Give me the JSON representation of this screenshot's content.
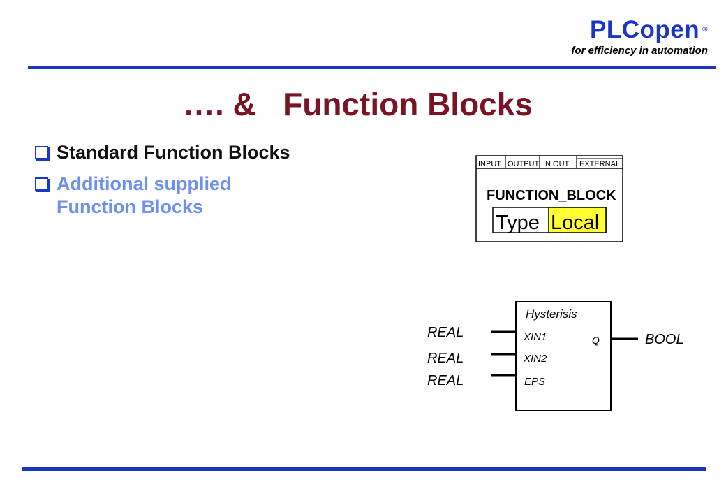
{
  "brand": {
    "name": "PLCopen",
    "registered": "®",
    "tagline": "for efficiency in automation"
  },
  "title": "…. &   Function Blocks",
  "bullets": [
    {
      "text": "Standard Function Blocks",
      "color": "#111111"
    },
    {
      "text": "Additional supplied Function Blocks",
      "color": "#6d8ef2"
    }
  ],
  "fb_declaration": {
    "sections": [
      "INPUT",
      "OUTPUT",
      "IN OUT",
      "EXTERNAL"
    ],
    "keyword": "FUNCTION_BLOCK",
    "type_label": "Type",
    "local_label": "Local",
    "local_highlight": "#ffff33"
  },
  "fb_instance": {
    "name": "Hysterisis",
    "inputs": [
      {
        "pin": "XIN1",
        "type": "REAL"
      },
      {
        "pin": "XIN2",
        "type": "REAL"
      },
      {
        "pin": "EPS",
        "type": "REAL"
      }
    ],
    "outputs": [
      {
        "pin": "Q",
        "type": "BOOL"
      }
    ]
  },
  "colors": {
    "brand_blue": "#1a37c4",
    "title_red": "#7a1324"
  }
}
